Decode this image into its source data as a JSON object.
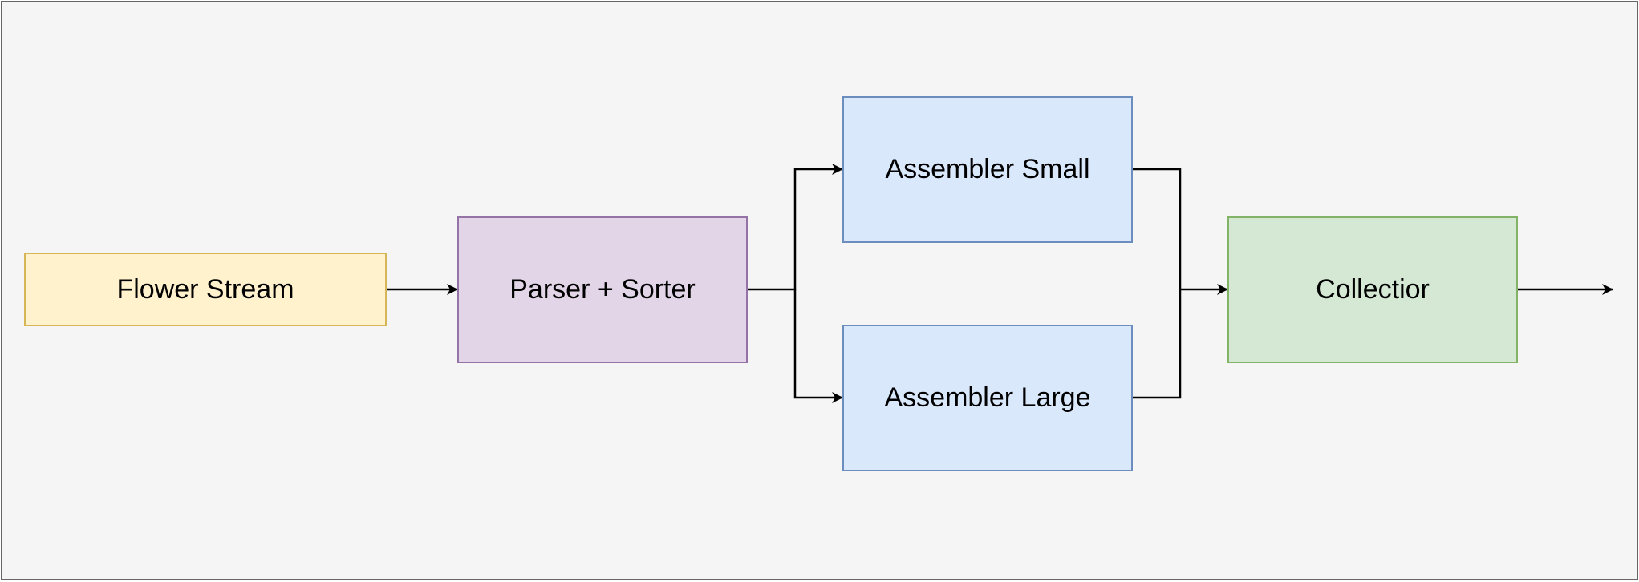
{
  "nodes": {
    "flower_stream": {
      "label": "Flower Stream",
      "fill": "#fff2cc",
      "stroke": "#d6b656"
    },
    "parser_sorter": {
      "label": "Parser + Sorter",
      "fill": "#e1d5e7",
      "stroke": "#9673a6"
    },
    "assembler_small": {
      "label": "Assembler Small",
      "fill": "#dae8fc",
      "stroke": "#6c8ebf"
    },
    "assembler_large": {
      "label": "Assembler Large",
      "fill": "#dae8fc",
      "stroke": "#6c8ebf"
    },
    "collector": {
      "label": "Collectior",
      "fill": "#d5e8d4",
      "stroke": "#82b366"
    }
  },
  "edges": [
    {
      "from": "flower_stream",
      "to": "parser_sorter"
    },
    {
      "from": "parser_sorter",
      "to": "assembler_small"
    },
    {
      "from": "parser_sorter",
      "to": "assembler_large"
    },
    {
      "from": "assembler_small",
      "to": "collector"
    },
    {
      "from": "assembler_large",
      "to": "collector"
    },
    {
      "from": "collector",
      "to": ""
    }
  ],
  "colors": {
    "background": "#f5f5f5",
    "frame_border": "#666666",
    "edge": "#000000"
  }
}
